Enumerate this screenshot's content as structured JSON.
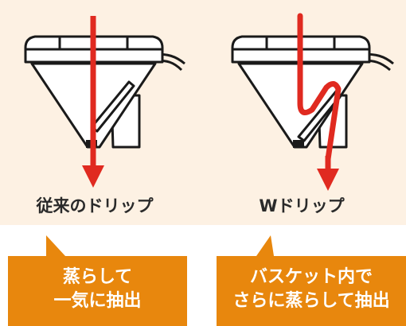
{
  "colors": {
    "panel_bg": "#fdf1e3",
    "arrow_red": "#e02a20",
    "callout_orange": "#e8870d",
    "outline": "#1a1a1a"
  },
  "left": {
    "label": "従来のドリップ",
    "callout": [
      "蒸らして",
      "一気に抽出"
    ]
  },
  "right": {
    "label": "Wドリップ",
    "callout": [
      "バスケット内で",
      "さらに蒸らして抽出"
    ]
  }
}
